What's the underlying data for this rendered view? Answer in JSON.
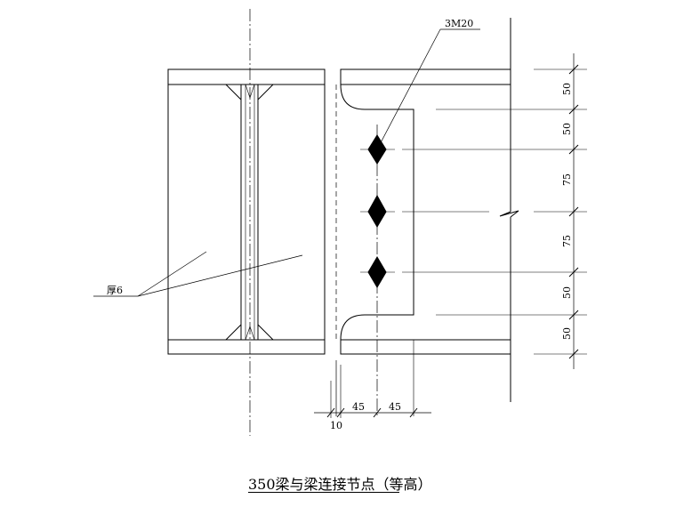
{
  "drawing": {
    "bolt_label": "3M20",
    "thickness_label": "厚6",
    "vertical_dims": [
      "50",
      "50",
      "75",
      "75",
      "50",
      "50"
    ],
    "horizontal_dims": {
      "gap": "10",
      "edge": "45",
      "pitch": "45"
    }
  },
  "caption": "350梁与梁连接节点（等高）"
}
